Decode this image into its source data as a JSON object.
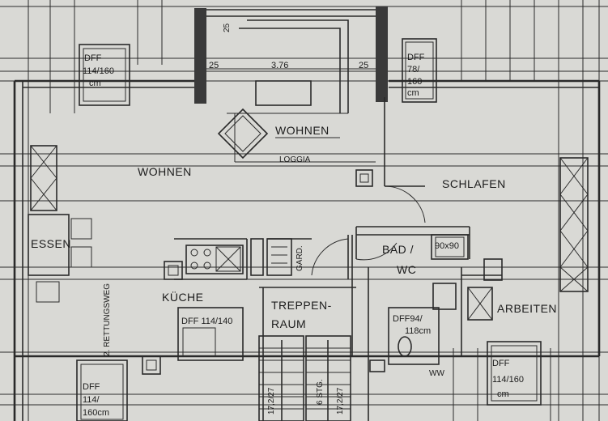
{
  "rooms": {
    "wohnen_main": "WOHNEN",
    "wohnen_loggia": "WOHNEN",
    "loggia": "LOGGIA",
    "schlafen": "SCHLAFEN",
    "essen": "ESSEN",
    "kueche": "KÜCHE",
    "bad_line1": "BAD /",
    "bad_line2": "WC",
    "treppen_line1": "TREPPEN-",
    "treppen_line2": "RAUM",
    "arbeiten": "ARBEITEN",
    "gard": "GARD."
  },
  "dimensions": {
    "top_25": "25",
    "left_25": "25",
    "span": "3.76",
    "right_25": "25",
    "shower": "90x90"
  },
  "windows": {
    "dff_top_left": [
      "DFF",
      "114/160",
      "cm"
    ],
    "dff_top_right": [
      "DFF",
      "78/",
      "160",
      "cm"
    ],
    "dff_kitchen": "DFF 114/140",
    "dff_bad": [
      "DFF94/",
      "118cm"
    ],
    "dff_bottom_left": [
      "DFF",
      "114/",
      "160cm"
    ],
    "dff_bottom_right": [
      "DFF",
      "114/160",
      "cm"
    ]
  },
  "notes": {
    "rettungsweg": "2. RETTUNGSWEG",
    "stairs_left": "17,2/27",
    "stairs_mid": "6 STG.",
    "stairs_right": "17,2/27",
    "ww": "WW"
  }
}
